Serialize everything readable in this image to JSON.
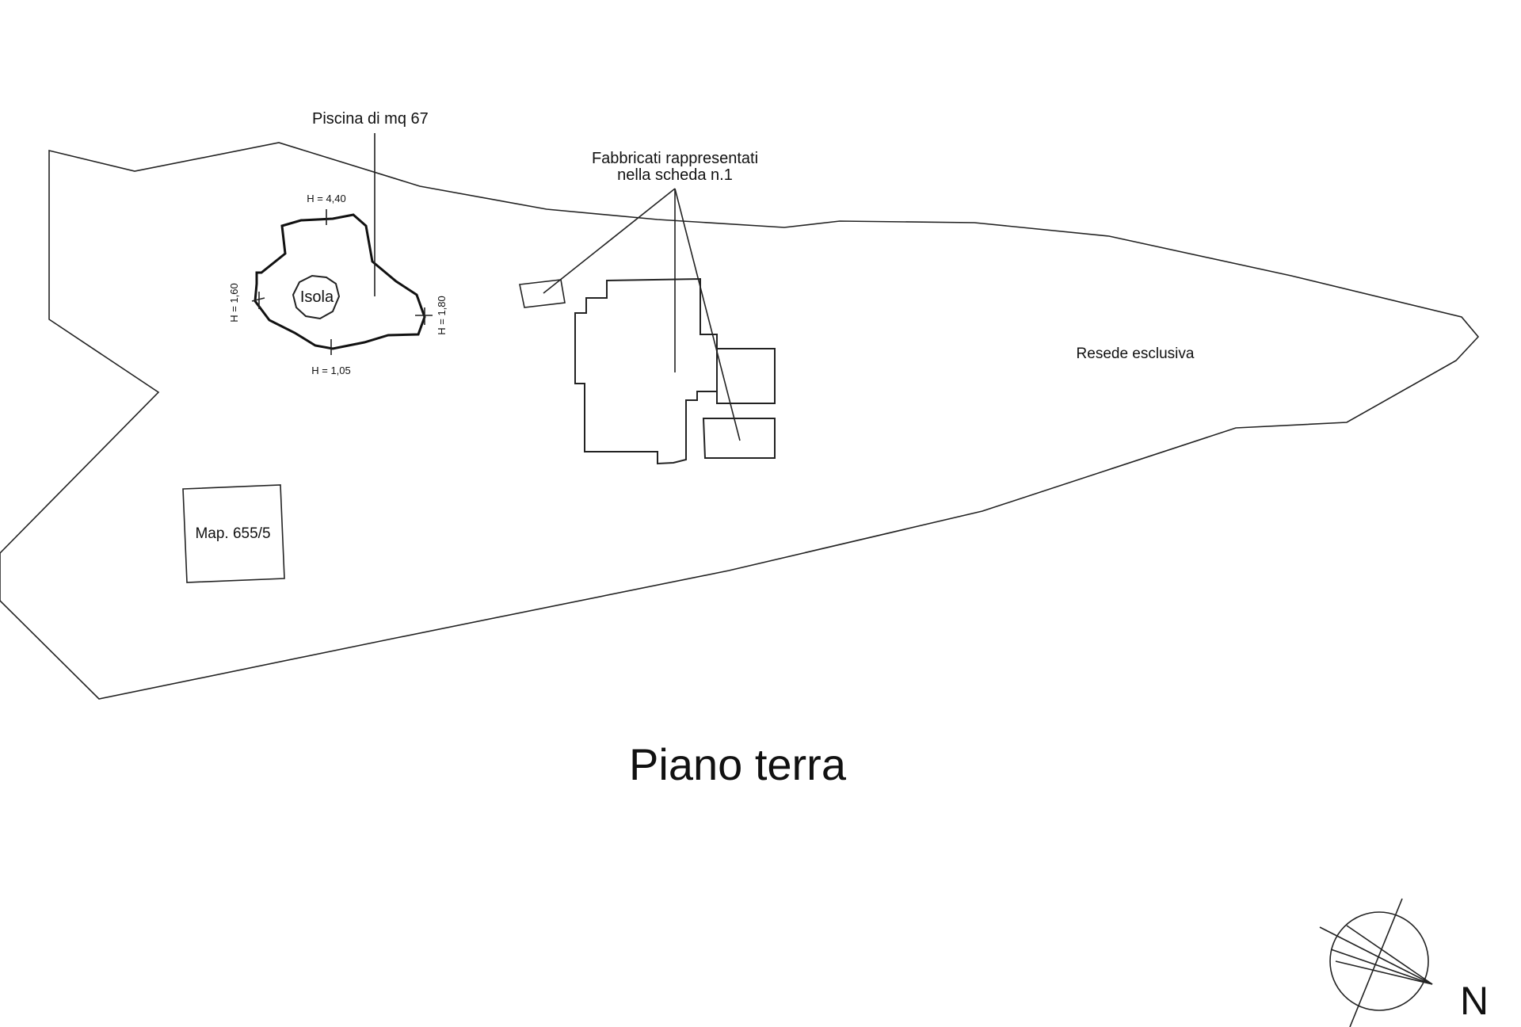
{
  "labels": {
    "pool": "Piscina di mq 67",
    "buildings_line1": "Fabbricati rappresentati",
    "buildings_line2": "nella scheda n.1",
    "island": "Isola",
    "h_top": "H = 4,40",
    "h_bottom": "H = 1,05",
    "h_left": "H = 1,60",
    "h_right": "H = 1,80",
    "map_ref": "Map. 655/5",
    "resede": "Resede esclusiva",
    "floor_title": "Piano terra",
    "north": "N"
  },
  "colors": {
    "ink": "#111111",
    "background": "#ffffff"
  }
}
